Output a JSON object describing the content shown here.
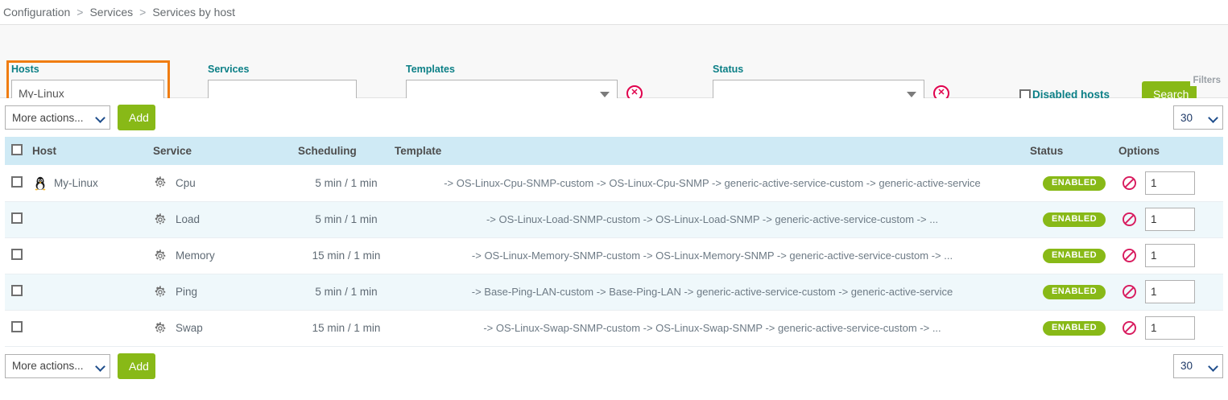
{
  "breadcrumb": {
    "items": [
      "Configuration",
      "Services",
      "Services by host"
    ],
    "separator": ">"
  },
  "filters": {
    "hosts": {
      "label": "Hosts",
      "value": "My-Linux",
      "placeholder": ""
    },
    "services": {
      "label": "Services",
      "value": "",
      "placeholder": ""
    },
    "templates": {
      "label": "Templates",
      "value": "",
      "clear_icon": "clear-circle-icon"
    },
    "status": {
      "label": "Status",
      "value": "",
      "clear_icon": "clear-circle-icon"
    },
    "disabled_hosts": {
      "label": "Disabled hosts",
      "checked": false
    },
    "search_button": "Search",
    "panel_tag": "Filters",
    "highlight_color": "#f07d12",
    "accent_color": "#0b7f86"
  },
  "toolbar_top": {
    "more_actions": "More actions...",
    "add_button": "Add",
    "page_size": "30"
  },
  "toolbar_bottom": {
    "more_actions": "More actions...",
    "add_button": "Add",
    "page_size": "30"
  },
  "table": {
    "columns": [
      "Host",
      "Service",
      "Scheduling",
      "Template",
      "Status",
      "Options"
    ],
    "rows": [
      {
        "host": "My-Linux",
        "host_icon": "linux-penguin-icon",
        "service": "Cpu",
        "service_icon": "gear-icon",
        "scheduling": "5 min / 1 min",
        "template": "-> OS-Linux-Cpu-SNMP-custom -> OS-Linux-Cpu-SNMP -> generic-active-service-custom -> generic-active-service",
        "status": "ENABLED",
        "option_icon": "disable-ban-icon",
        "option_value": "1"
      },
      {
        "host": "",
        "host_icon": "",
        "service": "Load",
        "service_icon": "gear-icon",
        "scheduling": "5 min / 1 min",
        "template": "-> OS-Linux-Load-SNMP-custom -> OS-Linux-Load-SNMP -> generic-active-service-custom -> ...",
        "status": "ENABLED",
        "option_icon": "disable-ban-icon",
        "option_value": "1"
      },
      {
        "host": "",
        "host_icon": "",
        "service": "Memory",
        "service_icon": "gear-icon",
        "scheduling": "15 min / 1 min",
        "template": "-> OS-Linux-Memory-SNMP-custom -> OS-Linux-Memory-SNMP -> generic-active-service-custom -> ...",
        "status": "ENABLED",
        "option_icon": "disable-ban-icon",
        "option_value": "1"
      },
      {
        "host": "",
        "host_icon": "",
        "service": "Ping",
        "service_icon": "gear-icon",
        "scheduling": "5 min / 1 min",
        "template": "-> Base-Ping-LAN-custom -> Base-Ping-LAN -> generic-active-service-custom -> generic-active-service",
        "status": "ENABLED",
        "option_icon": "disable-ban-icon",
        "option_value": "1"
      },
      {
        "host": "",
        "host_icon": "",
        "service": "Swap",
        "service_icon": "gear-icon",
        "scheduling": "15 min / 1 min",
        "template": "-> OS-Linux-Swap-SNMP-custom -> OS-Linux-Swap-SNMP -> generic-active-service-custom -> ...",
        "status": "ENABLED",
        "option_icon": "disable-ban-icon",
        "option_value": "1"
      }
    ]
  },
  "colors": {
    "green": "#88b917",
    "teal": "#0b7f86",
    "header_blue": "#cfeaf5",
    "row_alt": "#eff8fb",
    "red": "#e0004d"
  }
}
